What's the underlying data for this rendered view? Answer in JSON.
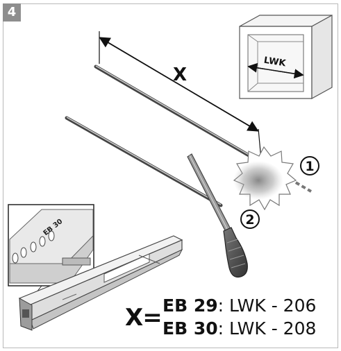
{
  "step": "4",
  "labels": {
    "dimension": "X",
    "cabinet_width": "LWK",
    "part_code": "EB 30",
    "callout_1": "1",
    "callout_2": "2"
  },
  "formula": {
    "lhs": "X=",
    "rows": [
      {
        "code": "EB 29",
        "rest": ": LWK - 206"
      },
      {
        "code": "EB 30",
        "rest": ": LWK - 208"
      }
    ]
  }
}
